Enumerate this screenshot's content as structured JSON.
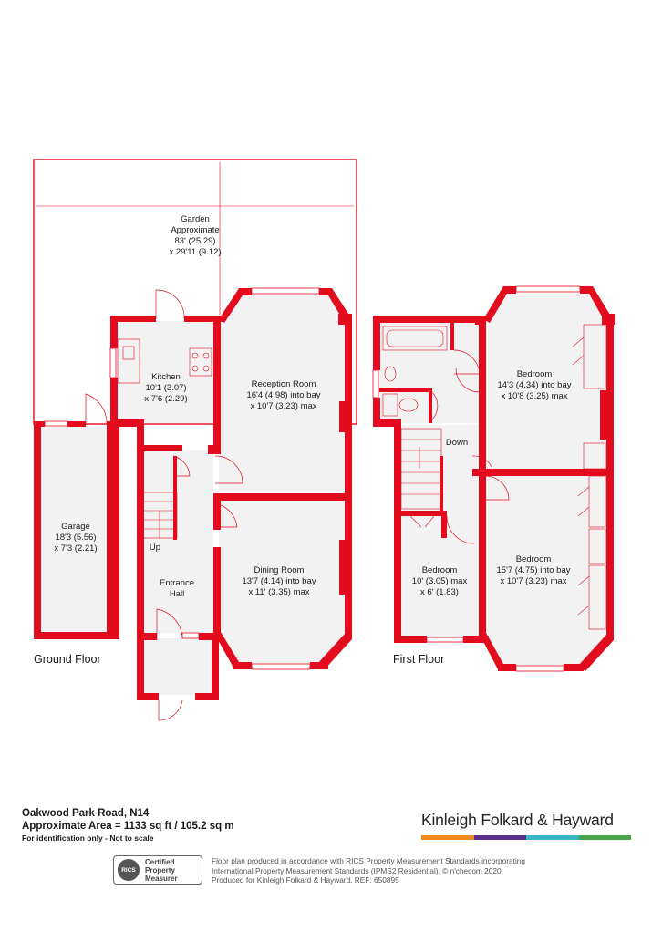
{
  "garden": {
    "line1": "Garden",
    "line2": "Approximate",
    "line3": "83' (25.29)",
    "line4": "x 29'11 (9.12)"
  },
  "kitchen": {
    "line1": "Kitchen",
    "line2": "10'1 (3.07)",
    "line3": "x 7'6 (2.29)"
  },
  "reception": {
    "line1": "Reception Room",
    "line2": "16'4 (4.98) into bay",
    "line3": "x 10'7 (3.23) max"
  },
  "garage": {
    "line1": "Garage",
    "line2": "18'3 (5.56)",
    "line3": "x 7'3 (2.21)"
  },
  "dining": {
    "line1": "Dining Room",
    "line2": "13'7 (4.14) into bay",
    "line3": "x 11' (3.35) max"
  },
  "entrance": {
    "line1": "Entrance",
    "line2": "Hall"
  },
  "stairs_up": "Up",
  "stairs_down": "Down",
  "bedroom1": {
    "line1": "Bedroom",
    "line2": "14'3 (4.34) into bay",
    "line3": "x 10'8 (3.25) max"
  },
  "bedroom2": {
    "line1": "Bedroom",
    "line2": "15'7 (4.75) into bay",
    "line3": "x 10'7 (3.23) max"
  },
  "bedroom3": {
    "line1": "Bedroom",
    "line2": "10' (3.05) max",
    "line3": "x 6' (1.83)"
  },
  "floors": {
    "ground": "Ground Floor",
    "first": "First Floor"
  },
  "footer": {
    "address": "Oakwood Park Road, N14",
    "area": "Approximate Area = 1133 sq ft / 105.2 sq m",
    "note": "For identification only - Not to scale",
    "brand": "Kinleigh Folkard & Hayward",
    "rics_logo": "RICS",
    "rics_line1": "Certified",
    "rics_line2": "Property",
    "rics_line3": "Measurer",
    "disclaimer_line1": "Floor plan produced in accordance with RICS Property Measurement Standards incorporating",
    "disclaimer_line2": "International Property Measurement Standards (IPMS2 Residential). © n'checom 2020.",
    "disclaimer_line3": "Produced for Kinleigh Folkard & Hayward.   REF: 650895"
  },
  "colors": {
    "wall": "#e30b1e",
    "floor": "#f2f2f2",
    "brand_orange": "#f08b1d",
    "brand_purple": "#5c2d91",
    "brand_teal": "#3ab5c8",
    "brand_green": "#4aa64a"
  }
}
